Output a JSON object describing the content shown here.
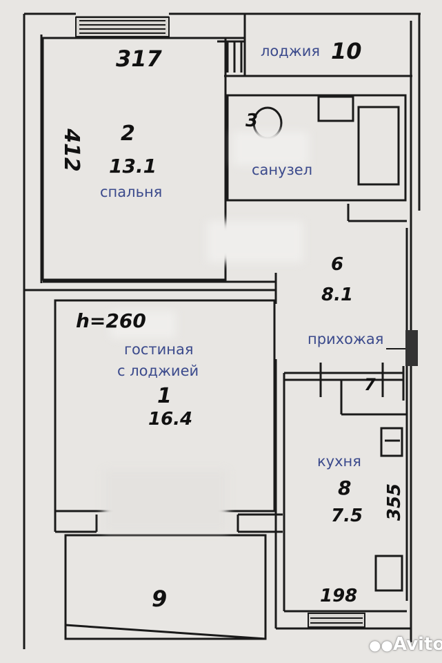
{
  "rooms": {
    "loggia_top": {
      "label": "лоджия",
      "number": "10"
    },
    "bedroom": {
      "label": "спальня",
      "number": "2",
      "area": "13.1",
      "dim_width": "317",
      "dim_depth": "412"
    },
    "bathroom": {
      "label": "санузел",
      "number": "3"
    },
    "hall": {
      "label": "прихожая",
      "number": "6",
      "area": "8.1"
    },
    "living": {
      "label_line1": "гостиная",
      "label_line2": "с лоджией",
      "number": "1",
      "area": "16.4",
      "height_note": "h=260"
    },
    "kitchen": {
      "label": "кухня",
      "number": "8",
      "area": "7.5",
      "dim_depth": "355",
      "dim_width": "198"
    },
    "loggia_bottom": {
      "number": "9"
    },
    "closet": {
      "number": "7"
    }
  },
  "watermark": {
    "text": "Avito"
  },
  "colors": {
    "label": "#3b4a8c",
    "wall": "#1a1a1a",
    "paper": "#e8e6e3"
  }
}
